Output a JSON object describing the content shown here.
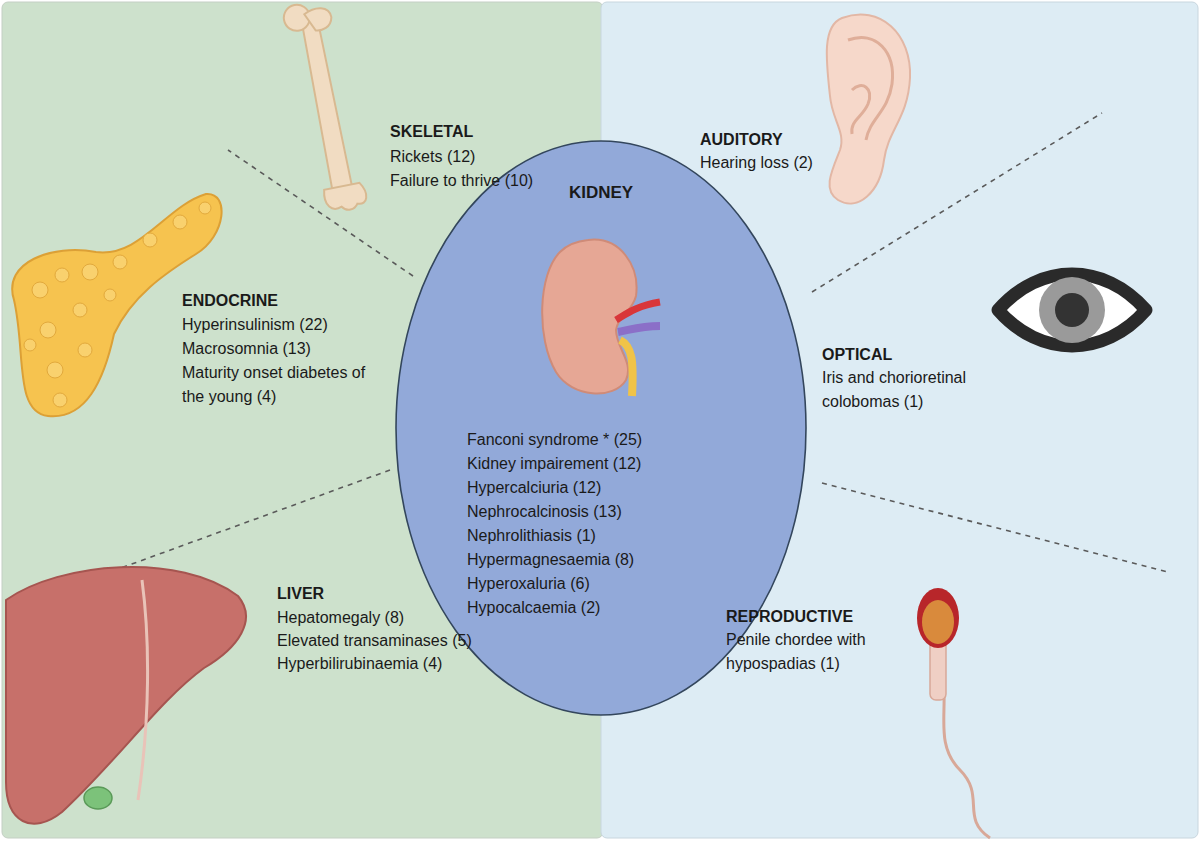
{
  "diagram": {
    "nodes": [
      {
        "text": [
          "KIDNEY",
          "Fanconi syndrome * (25)",
          "Kidney impairement (12)",
          "Hypercalciuria (12)",
          "Nephrocalcinosis (13)",
          "Nephrolithiasis (1)",
          "Hypermagnesaemia (8)",
          "Hyperoxaluria (6)",
          "Hypocalcaemia (2)"
        ]
      }
    ],
    "labels": [
      "SKELETAL",
      "Rickets (12)",
      "Failure to thrive (10)",
      "ENDOCRINE",
      "Hyperinsulinism (22)",
      "Macrosomnia (13)",
      "Maturity onset diabetes of the young (4)",
      "LIVER",
      "Hepatomegaly (8)",
      "Elevated transaminases (5)",
      "Hyperbilirubinaemia (4)",
      "AUDITORY",
      "Hearing loss (2)",
      "OPTICAL",
      "Iris and chorioretinal colobomas (1)",
      "REPRODUCTIVE",
      "Penile chordee with hypospadias (1)"
    ]
  }
}
